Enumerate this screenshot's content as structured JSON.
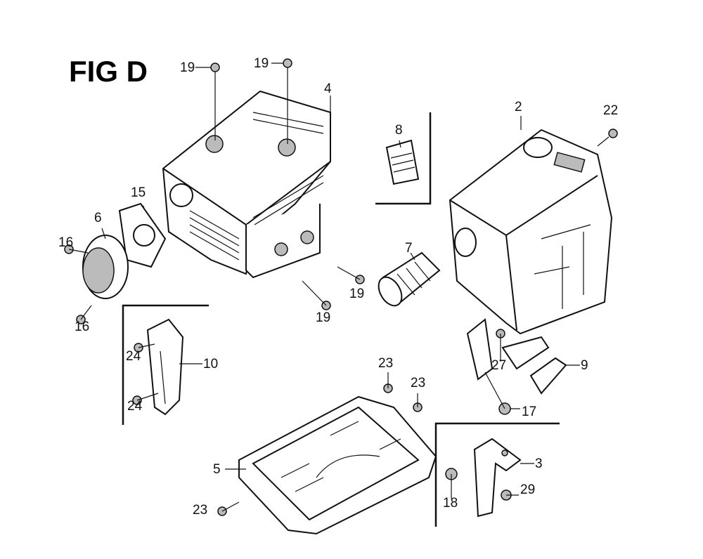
{
  "figure": {
    "title": "FIG D"
  },
  "callouts": [
    {
      "part": "19"
    },
    {
      "part": "19"
    },
    {
      "part": "4"
    },
    {
      "part": "2"
    },
    {
      "part": "22"
    },
    {
      "part": "8"
    },
    {
      "part": "15"
    },
    {
      "part": "6"
    },
    {
      "part": "16"
    },
    {
      "part": "16"
    },
    {
      "part": "7"
    },
    {
      "part": "19"
    },
    {
      "part": "19"
    },
    {
      "part": "10"
    },
    {
      "part": "24"
    },
    {
      "part": "24"
    },
    {
      "part": "23"
    },
    {
      "part": "23"
    },
    {
      "part": "27"
    },
    {
      "part": "9"
    },
    {
      "part": "17"
    },
    {
      "part": "3"
    },
    {
      "part": "5"
    },
    {
      "part": "29"
    },
    {
      "part": "18"
    },
    {
      "part": "23"
    }
  ]
}
